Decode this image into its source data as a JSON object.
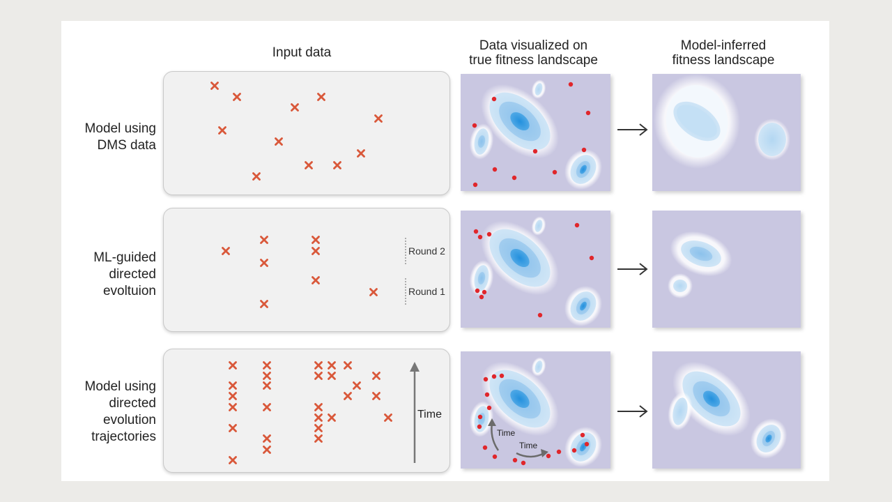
{
  "headers": {
    "input": "Input data",
    "true_landscape": "Data visualized on\ntrue fitness landscape",
    "model_landscape": "Model-inferred\nfitness landscape"
  },
  "rows": [
    {
      "label": "Model using\nDMS data"
    },
    {
      "label": "ML-guided\ndirected\nevoltuion",
      "round_labels": [
        "Round 2",
        "Round 1"
      ]
    },
    {
      "label": "Model using\ndirected\nevolution\ntrajectories",
      "time_label": "Time",
      "landscape_time_labels": [
        "Time",
        "Time"
      ]
    }
  ],
  "colors": {
    "sequence_start": "#5ea4dc",
    "sequence_end": "#e7a350",
    "mutation": "#d9583a",
    "landscape_bg": "#c9c7e1",
    "data_point": "#e0262b",
    "peak_core": "#2d9be0"
  }
}
